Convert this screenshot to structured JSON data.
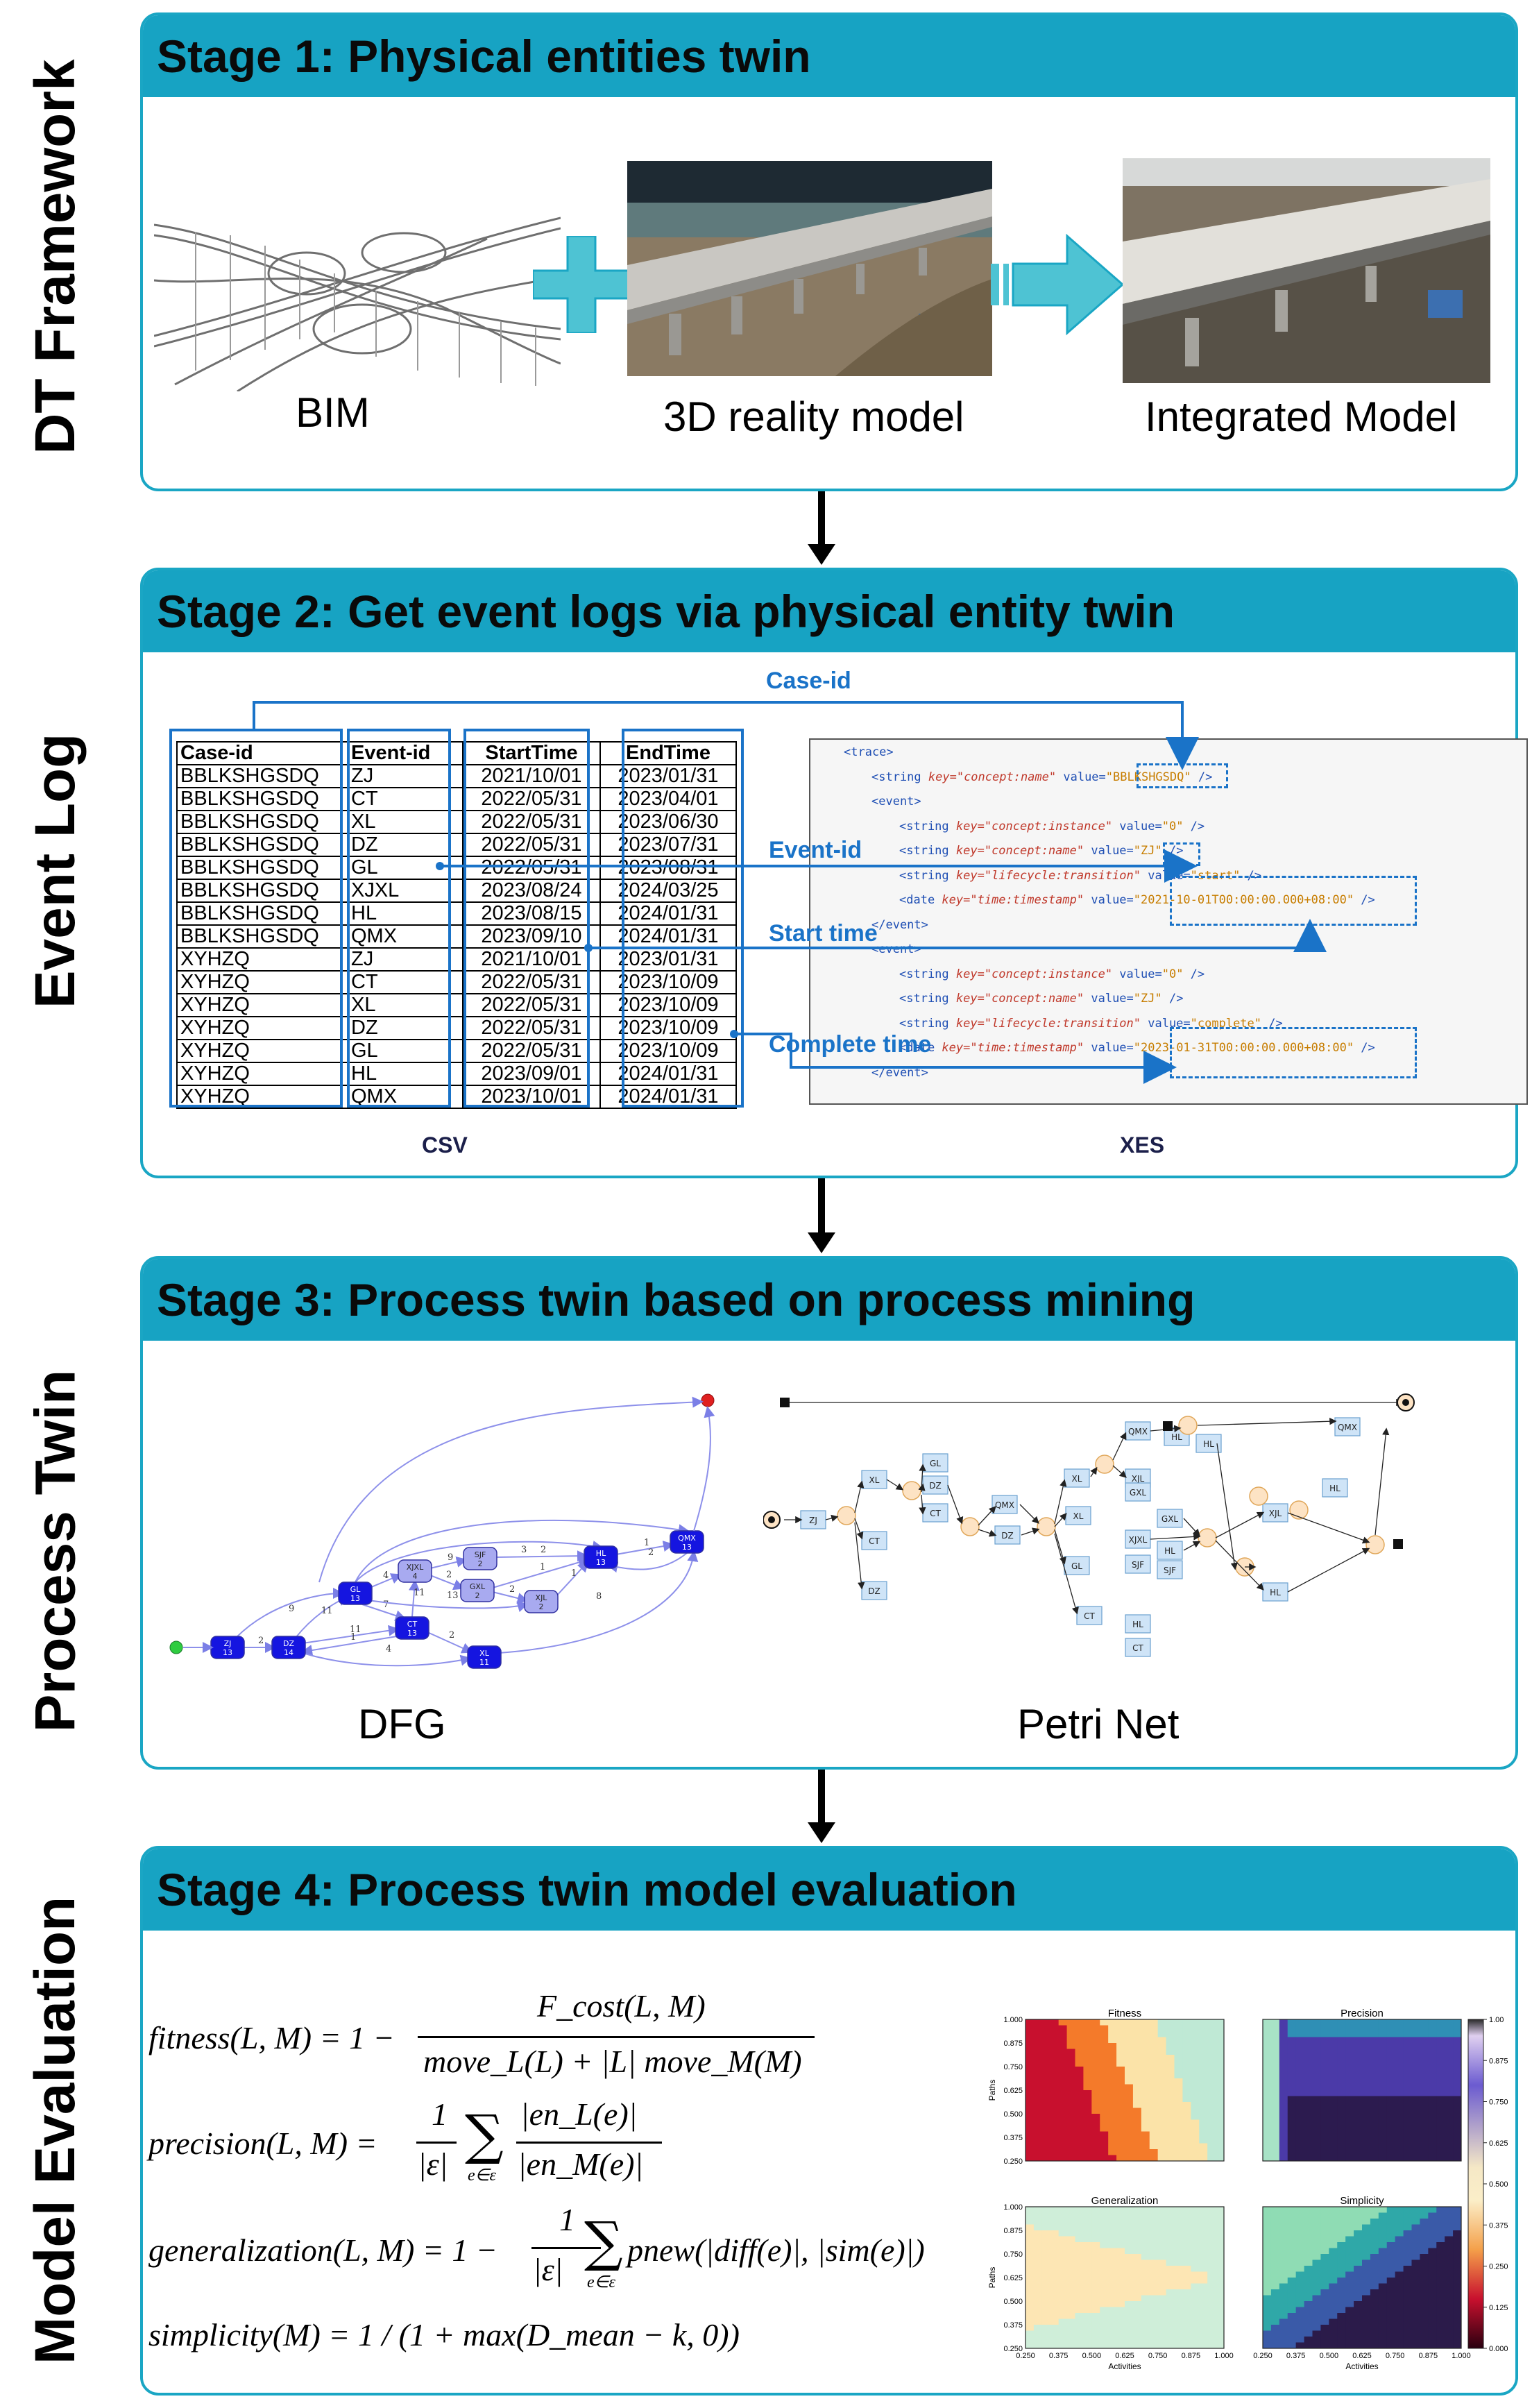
{
  "side_labels": [
    "DT Framework",
    "Event Log",
    "Process Twin",
    "Model Evaluation"
  ],
  "stages": [
    {
      "title": "Stage 1: Physical entities twin"
    },
    {
      "title": "Stage 2: Get event logs via physical entity twin"
    },
    {
      "title": "Stage 3: Process twin based on process mining"
    },
    {
      "title": "Stage 4: Process twin model evaluation"
    }
  ],
  "stage1": {
    "captions": [
      "BIM",
      "3D reality model",
      "Integrated Model"
    ]
  },
  "stage2": {
    "table_headers": [
      "Case-id",
      "Event-id",
      "StartTime",
      "EndTime"
    ],
    "rows": [
      [
        "BBLKSHGSDQ",
        "ZJ",
        "2021/10/01",
        "2023/01/31"
      ],
      [
        "BBLKSHGSDQ",
        "CT",
        "2022/05/31",
        "2023/04/01"
      ],
      [
        "BBLKSHGSDQ",
        "XL",
        "2022/05/31",
        "2023/06/30"
      ],
      [
        "BBLKSHGSDQ",
        "DZ",
        "2022/05/31",
        "2023/07/31"
      ],
      [
        "BBLKSHGSDQ",
        "GL",
        "2022/05/31",
        "2023/08/31"
      ],
      [
        "BBLKSHGSDQ",
        "XJXL",
        "2023/08/24",
        "2024/03/25"
      ],
      [
        "BBLKSHGSDQ",
        "HL",
        "2023/08/15",
        "2024/01/31"
      ],
      [
        "BBLKSHGSDQ",
        "QMX",
        "2023/09/10",
        "2024/01/31"
      ],
      [
        "XYHZQ",
        "ZJ",
        "2021/10/01",
        "2023/01/31"
      ],
      [
        "XYHZQ",
        "CT",
        "2022/05/31",
        "2023/10/09"
      ],
      [
        "XYHZQ",
        "XL",
        "2022/05/31",
        "2023/10/09"
      ],
      [
        "XYHZQ",
        "DZ",
        "2022/05/31",
        "2023/10/09"
      ],
      [
        "XYHZQ",
        "GL",
        "2022/05/31",
        "2023/10/09"
      ],
      [
        "XYHZQ",
        "HL",
        "2023/09/01",
        "2024/01/31"
      ],
      [
        "XYHZQ",
        "QMX",
        "2023/10/01",
        "2024/01/31"
      ]
    ],
    "labels": {
      "case_id": "Case-id",
      "event_id": "Event-id",
      "start_time": "Start time",
      "complete_time": "Complete time",
      "csv": "CSV",
      "xes": "XES"
    },
    "xes_lines": [
      {
        "indent": 0,
        "pre": "<trace>",
        "k": "",
        "mid": "",
        "v": "",
        "post": ""
      },
      {
        "indent": 1,
        "pre": "<string ",
        "k": "key=\"concept:name\"",
        "mid": " value=",
        "v": "\"BBLKSHGSDQ\"",
        "post": " />"
      },
      {
        "indent": 1,
        "pre": "<event>",
        "k": "",
        "mid": "",
        "v": "",
        "post": ""
      },
      {
        "indent": 2,
        "pre": "<string ",
        "k": "key=\"concept:instance\"",
        "mid": " value=",
        "v": "\"0\"",
        "post": " />"
      },
      {
        "indent": 2,
        "pre": "<string ",
        "k": "key=\"concept:name\"",
        "mid": " value=",
        "v": "\"ZJ\"",
        "post": " />"
      },
      {
        "indent": 2,
        "pre": "<string ",
        "k": "key=\"lifecycle:transition\"",
        "mid": " value=",
        "v": "\"start\"",
        "post": " />"
      },
      {
        "indent": 2,
        "pre": "<date ",
        "k": "key=\"time:timestamp\"",
        "mid": " value=",
        "v": "\"2021-10-01T00:00:00.000+08:00\"",
        "post": " />"
      },
      {
        "indent": 1,
        "pre": "</event>",
        "k": "",
        "mid": "",
        "v": "",
        "post": ""
      },
      {
        "indent": 1,
        "pre": "<event>",
        "k": "",
        "mid": "",
        "v": "",
        "post": ""
      },
      {
        "indent": 2,
        "pre": "<string ",
        "k": "key=\"concept:instance\"",
        "mid": " value=",
        "v": "\"0\"",
        "post": " />"
      },
      {
        "indent": 2,
        "pre": "<string ",
        "k": "key=\"concept:name\"",
        "mid": " value=",
        "v": "\"ZJ\"",
        "post": " />"
      },
      {
        "indent": 2,
        "pre": "<string ",
        "k": "key=\"lifecycle:transition\"",
        "mid": " value=",
        "v": "\"complete\"",
        "post": " />"
      },
      {
        "indent": 2,
        "pre": "<date ",
        "k": "key=\"time:timestamp\"",
        "mid": " value=",
        "v": "\"2023-01-31T00:00:00.000+08:00\"",
        "post": " />"
      },
      {
        "indent": 1,
        "pre": "</event>",
        "k": "",
        "mid": "",
        "v": "",
        "post": ""
      }
    ]
  },
  "stage3": {
    "captions": [
      "DFG",
      "Petri Net"
    ],
    "dfg_nodes": [
      {
        "id": "ZJ",
        "count": "13"
      },
      {
        "id": "DZ",
        "count": "14"
      },
      {
        "id": "CT",
        "count": "13"
      },
      {
        "id": "XL",
        "count": "11"
      },
      {
        "id": "GL",
        "count": "13"
      },
      {
        "id": "XJXL",
        "count": "4"
      },
      {
        "id": "SJF",
        "count": "2"
      },
      {
        "id": "GXL",
        "count": "2"
      },
      {
        "id": "XJL",
        "count": "2"
      },
      {
        "id": "HL",
        "count": "13"
      },
      {
        "id": "QMX",
        "count": "13"
      }
    ],
    "dfg_edge_labels": [
      "3",
      "1",
      "4",
      "9",
      "2",
      "2",
      "2",
      "1",
      "1",
      "1",
      "2",
      "11",
      "11",
      "1",
      "4",
      "2",
      "7",
      "8",
      "9",
      "13",
      "11",
      "2"
    ],
    "petri_transitions": [
      "ZJ",
      "XL",
      "CT",
      "DZ",
      "GL",
      "DZ",
      "CT",
      "QMX",
      "DZ",
      "XL",
      "XL",
      "GL",
      "CT",
      "QMX",
      "XJL",
      "GXL",
      "XJXL",
      "SJF",
      "HL",
      "CT",
      "HL",
      "GXL",
      "HL",
      "SJF",
      "XJL",
      "HL",
      "HL",
      "QMX",
      "HL"
    ]
  },
  "stage4": {
    "formulas": {
      "fitness": {
        "lhs": "fitness(L, M) = 1 −",
        "num": "F_cost(L, M)",
        "den": "move_L(L) + |L| move_M(M)"
      },
      "precision": {
        "lhs": "precision(L, M) =",
        "frac_num": "1",
        "frac_den": "|ε|",
        "sum_sub": "e∈ε",
        "num": "|en_L(e)|",
        "den": "|en_M(e)|"
      },
      "generalization": {
        "lhs": "generalization(L, M) = 1 −",
        "frac_num": "1",
        "frac_den": "|ε|",
        "sum_sub": "e∈ε",
        "rhs": "pnew(|diff(e)|, |sim(e)|)"
      },
      "simplicity": {
        "text": "simplicity(M) = 1 / (1 + max(D_mean − k, 0))"
      }
    },
    "heatmaps": {
      "titles": [
        "Fitness",
        "Precision",
        "Generalization",
        "Simplicity"
      ],
      "xlabel": "Activities",
      "ylabel": "Paths",
      "x_ticks": [
        "0.250",
        "0.375",
        "0.500",
        "0.625",
        "0.750",
        "0.875",
        "1.000"
      ],
      "y_ticks": [
        "1.000",
        "0.875",
        "0.750",
        "0.625",
        "0.500",
        "0.375",
        "0.250"
      ],
      "colorbar_ticks": [
        "1.00",
        "0.875",
        "0.750",
        "0.625",
        "0.500",
        "0.375",
        "0.250",
        "0.125",
        "0.000"
      ]
    }
  }
}
